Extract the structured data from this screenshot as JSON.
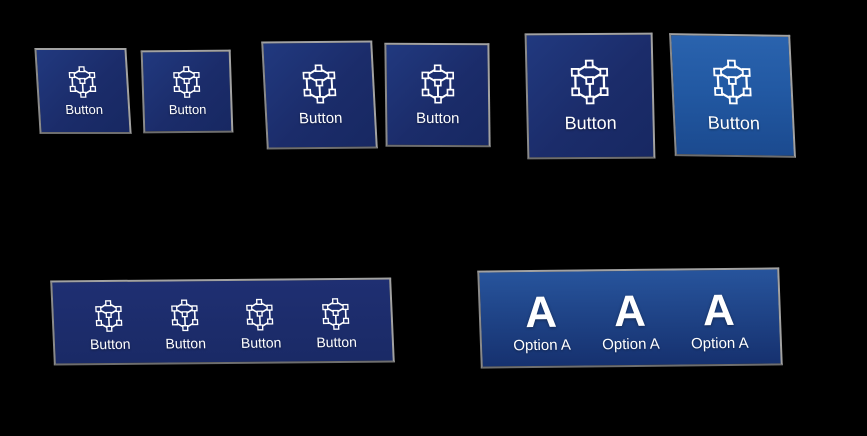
{
  "colors": {
    "background": "#000000",
    "tile_navy": "#1b2c6a",
    "tile_navy_highlight": "#21397f",
    "tile_blue": "#2259a3",
    "tile_blue_highlight": "#2a63ae",
    "option_panel_top": "#27549c",
    "option_panel_bottom": "#16316f",
    "border_silver": "#a2a2a2",
    "text": "#ffffff"
  },
  "icons": {
    "cube": "cube-vertices-icon"
  },
  "gallery": {
    "standalone": [
      {
        "label": "Button",
        "size": "small",
        "variant": "navy"
      },
      {
        "label": "Button",
        "size": "small",
        "variant": "navy"
      },
      {
        "label": "Button",
        "size": "medium",
        "variant": "navy"
      },
      {
        "label": "Button",
        "size": "medium",
        "variant": "navy"
      },
      {
        "label": "Button",
        "size": "large",
        "variant": "navy"
      },
      {
        "label": "Button",
        "size": "large",
        "variant": "blue"
      }
    ],
    "button_bar": {
      "items": [
        {
          "label": "Button"
        },
        {
          "label": "Button"
        },
        {
          "label": "Button"
        },
        {
          "label": "Button"
        }
      ]
    },
    "option_bar": {
      "items": [
        {
          "glyph": "A",
          "label": "Option A"
        },
        {
          "glyph": "A",
          "label": "Option A"
        },
        {
          "glyph": "A",
          "label": "Option A"
        }
      ]
    }
  }
}
